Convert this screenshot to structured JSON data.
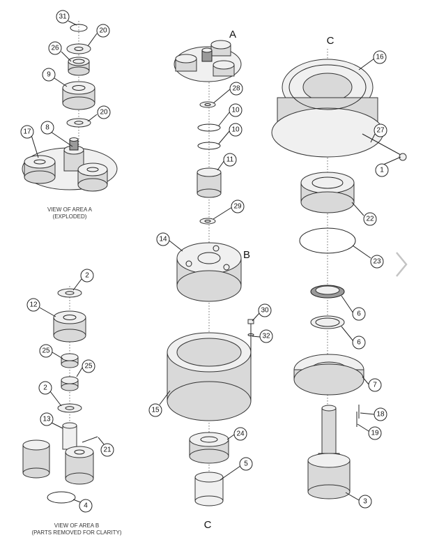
{
  "captions": {
    "area_a": [
      "VIEW OF AREA A",
      "(EXPLODED)"
    ],
    "area_b": [
      "VIEW OF AREA B",
      "(PARTS REMOVED FOR CLARITY)"
    ]
  },
  "labels": {
    "a": "A",
    "b": "B",
    "c_top": "C",
    "c_bottom": "C"
  },
  "callouts": [
    "31",
    "20",
    "26",
    "9",
    "20",
    "8",
    "17",
    "2",
    "12",
    "25",
    "25",
    "2",
    "13",
    "21",
    "4",
    "28",
    "10",
    "10",
    "11",
    "29",
    "14",
    "30",
    "32",
    "15",
    "24",
    "5",
    "16",
    "27",
    "1",
    "22",
    "23",
    "6",
    "6",
    "7",
    "18",
    "19",
    "3"
  ],
  "nav": {
    "next_icon": "chevron-right-icon"
  }
}
